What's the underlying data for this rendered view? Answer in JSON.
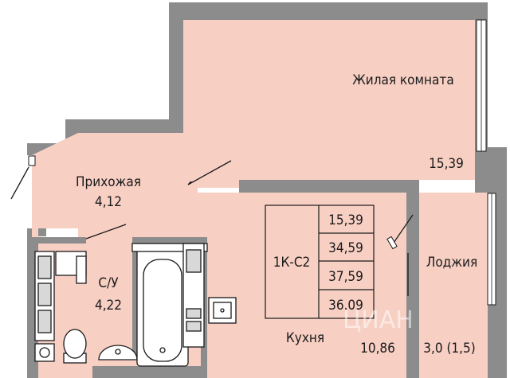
{
  "rooms": {
    "living": {
      "name": "Жилая комната",
      "area": "15,39"
    },
    "hall": {
      "name": "Прихожая",
      "area": "4,12"
    },
    "bath": {
      "name": "С/У",
      "area": "4,22"
    },
    "kitchen": {
      "name": "Кухня",
      "area": "10,86"
    },
    "loggia": {
      "name": "Лоджия",
      "area": "3,0 (1,5)"
    }
  },
  "summary": {
    "type": "1К-С2",
    "values": [
      "15,39",
      "34,59",
      "37,59",
      "36.09"
    ]
  },
  "watermark": "ЦИАН",
  "colors": {
    "floor": "#f7cfc3",
    "wall": "#8c8c8c",
    "line": "#1a1a1a"
  }
}
